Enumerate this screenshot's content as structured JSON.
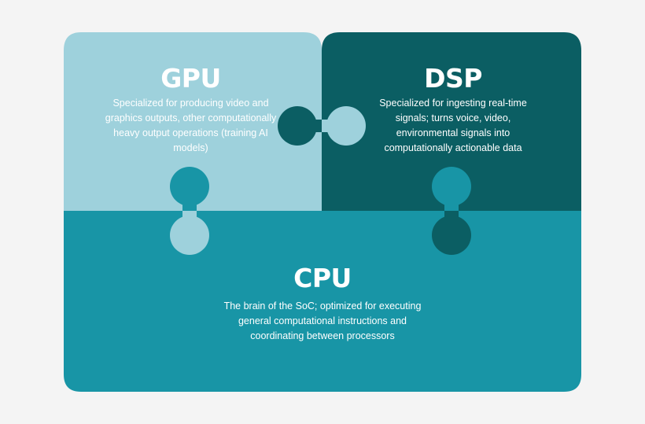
{
  "colors": {
    "gpu_piece": "#9ed1dc",
    "dsp_piece": "#0b5e63",
    "cpu_piece": "#1895a6",
    "background": "#f4f4f4",
    "text": "#ffffff"
  },
  "pieces": {
    "gpu": {
      "title": "GPU",
      "description": "Specialized for producing video and graphics outputs, other computationally heavy output operations (training AI models)"
    },
    "dsp": {
      "title": "DSP",
      "description": "Specialized for ingesting real-time signals; turns voice, video, environmental signals into computationally actionable data"
    },
    "cpu": {
      "title": "CPU",
      "description": "The brain of the SoC; optimized for executing general computational instructions and coordinating between processors"
    }
  }
}
